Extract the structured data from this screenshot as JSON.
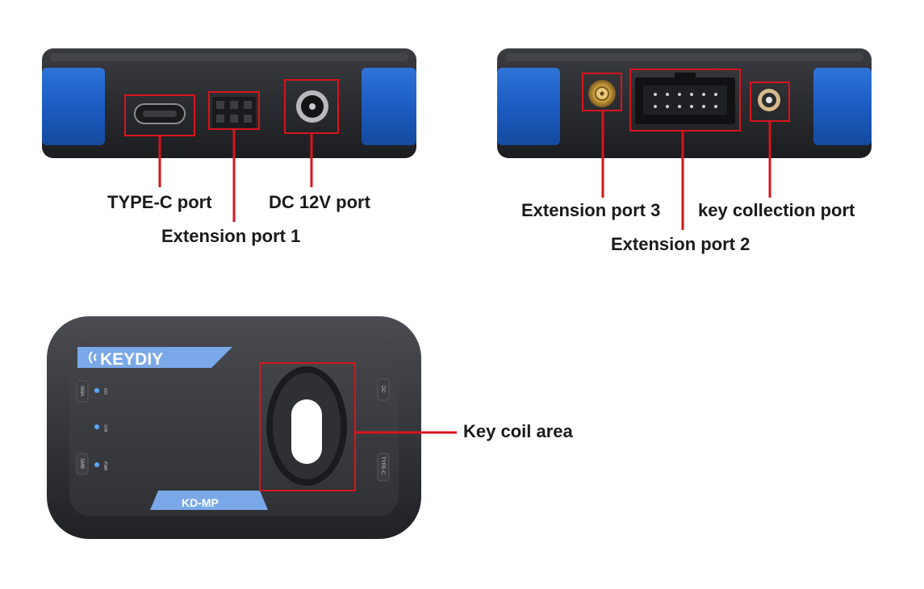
{
  "labels": {
    "type_c_port": "TYPE-C port",
    "dc_12v_port": "DC 12V port",
    "extension_port_1": "Extension port 1",
    "extension_port_3": "Extension port 3",
    "key_collection_port": "key collection port",
    "extension_port_2": "Extension port 2",
    "key_coil_area": "Key coil area"
  },
  "device": {
    "brand": "KEYDIY",
    "model": "KD-MP",
    "side_labels_left": [
      "SMA",
      "SMB"
    ],
    "side_labels_right": [
      "DC",
      "TYPE-C"
    ],
    "led_labels": [
      "GO",
      "STA",
      "PWR"
    ]
  },
  "colors": {
    "callout_red": "#d8141c",
    "housing_dark": "#2b2d31",
    "bumper_blue": "#1d5fc6",
    "brand_blue": "#7aa8e8"
  },
  "icons": {
    "brand_logo": "wireless-signal-icon",
    "led": "status-led-icon"
  }
}
